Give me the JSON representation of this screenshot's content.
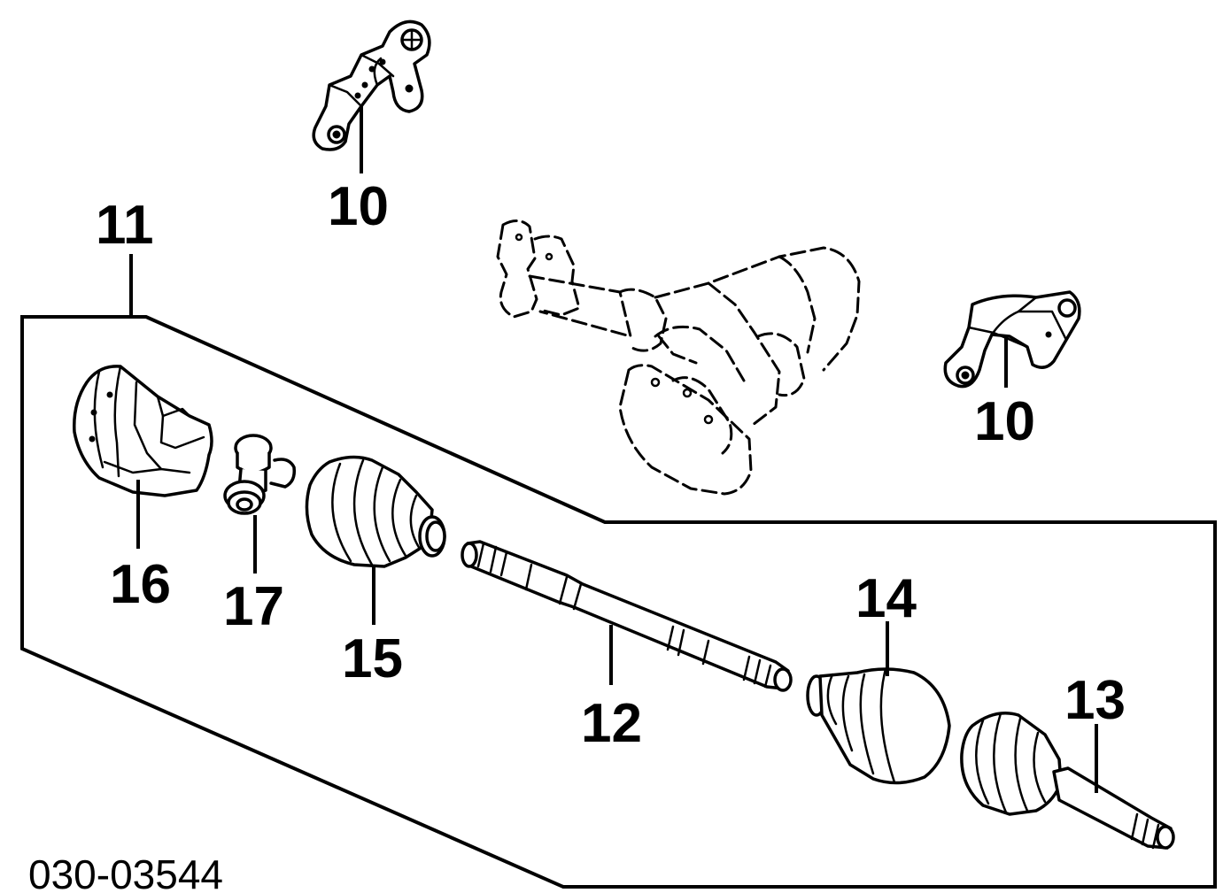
{
  "diagram": {
    "reference_number": "030-03544",
    "callouts": {
      "mount_upper": "10",
      "mount_right": "10",
      "axle_assembly": "11",
      "shaft": "12",
      "outer_joint": "13",
      "outer_boot": "14",
      "inner_boot": "15",
      "inner_housing": "16",
      "spider": "17"
    }
  }
}
